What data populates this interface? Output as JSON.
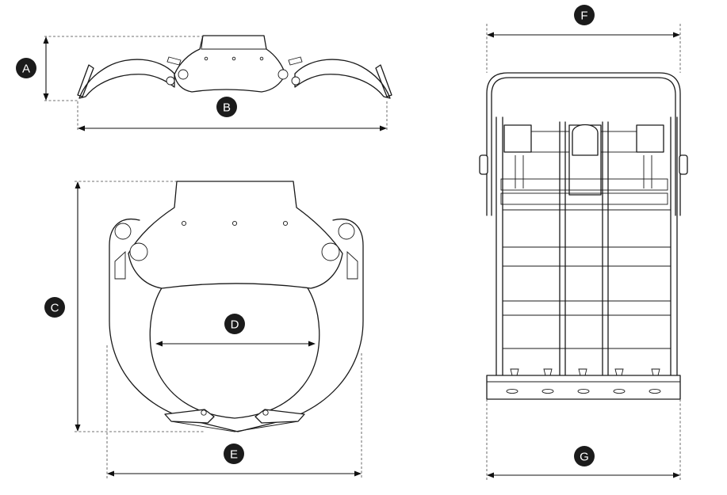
{
  "colors": {
    "line": "#1a1a1a",
    "badge": "#1b1b1b",
    "badge_text": "#ffffff",
    "background": "#ffffff"
  },
  "dimension_labels": {
    "a": "A",
    "b": "B",
    "c": "C",
    "d": "D",
    "e": "E",
    "f": "F",
    "g": "G"
  }
}
